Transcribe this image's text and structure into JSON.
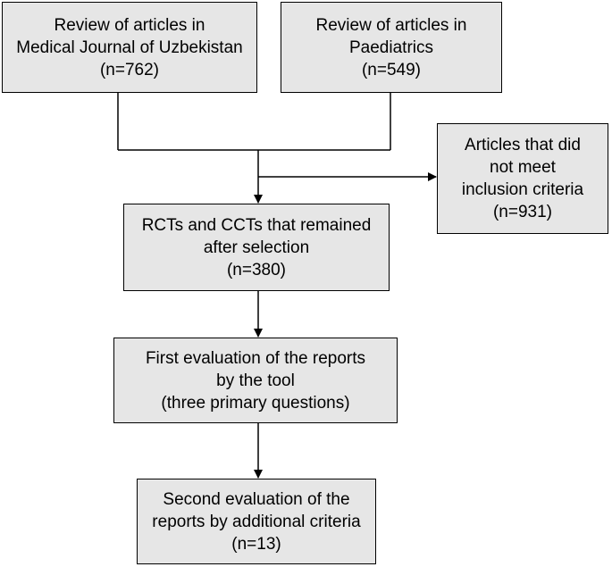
{
  "colors": {
    "box_fill": "#e6e6e6",
    "line": "#000000",
    "text": "#000000"
  },
  "boxes": {
    "mju": {
      "line1": "Review of articles in",
      "line2": "Medical Journal of Uzbekistan",
      "count": "(n=762)"
    },
    "paed": {
      "line1": "Review of articles in",
      "line2": "Paediatrics",
      "count": "(n=549)"
    },
    "excluded": {
      "line1": "Articles that did",
      "line2": "not meet",
      "line3": "inclusion criteria",
      "count": "(n=931)"
    },
    "rct": {
      "line1": "RCTs and CCTs that remained",
      "line2": "after selection",
      "count": "(n=380)"
    },
    "first_eval": {
      "line1": "First evaluation of the reports",
      "line2": "by the tool",
      "line3": "(three primary questions)"
    },
    "second_eval": {
      "line1": "Second evaluation of the",
      "line2": "reports by additional criteria",
      "count": "(n=13)"
    }
  }
}
